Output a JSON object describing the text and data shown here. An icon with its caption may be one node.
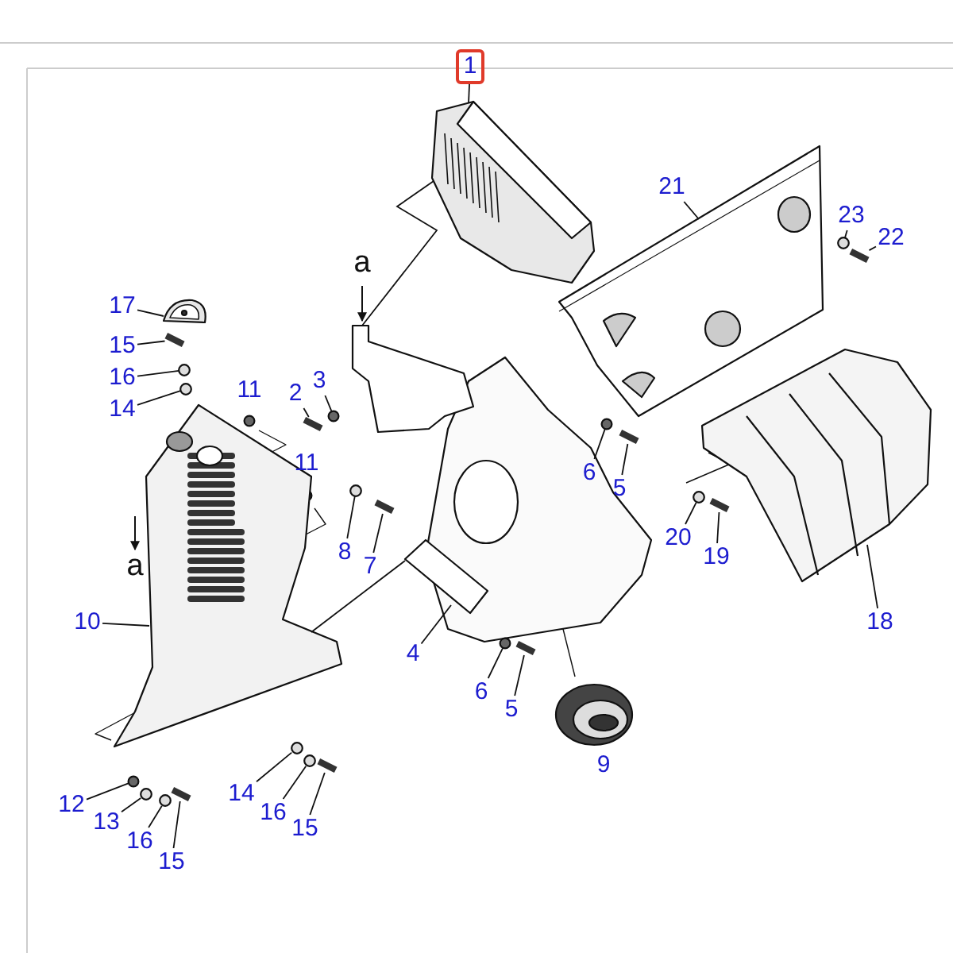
{
  "diagram": {
    "nodes": [
      {
        "text": [
          "1"
        ]
      },
      {
        "text": [
          "21"
        ]
      },
      {
        "text": [
          "23"
        ]
      },
      {
        "text": [
          "22"
        ]
      },
      {
        "text": [
          "17"
        ]
      },
      {
        "text": [
          "15"
        ]
      },
      {
        "text": [
          "16"
        ]
      },
      {
        "text": [
          "14"
        ]
      },
      {
        "text": [
          "2"
        ]
      },
      {
        "text": [
          "3"
        ]
      },
      {
        "text": [
          "8"
        ]
      },
      {
        "text": [
          "7"
        ]
      },
      {
        "text": [
          "6"
        ]
      },
      {
        "text": [
          "5"
        ]
      },
      {
        "text": [
          "20"
        ]
      },
      {
        "text": [
          "19"
        ]
      },
      {
        "text": [
          "18"
        ]
      },
      {
        "text": [
          "10"
        ]
      },
      {
        "text": [
          "4"
        ]
      },
      {
        "text": [
          "6"
        ]
      },
      {
        "text": [
          "5"
        ]
      },
      {
        "text": [
          "12"
        ]
      },
      {
        "text": [
          "13"
        ]
      },
      {
        "text": [
          "16"
        ]
      },
      {
        "text": [
          "15"
        ]
      },
      {
        "text": [
          "14"
        ]
      },
      {
        "text": [
          "16"
        ]
      },
      {
        "text": [
          "15"
        ]
      },
      {
        "text": [],
        "shape": "picture"
      },
      {
        "text": [],
        "shape": "picture"
      },
      {
        "text": [],
        "shape": "circle"
      },
      {
        "text": [],
        "shape": "bar"
      },
      {
        "text": [],
        "shape": "picture"
      },
      {
        "text": [],
        "shape": "bar"
      },
      {
        "text": [],
        "shape": "circle"
      },
      {
        "text": [],
        "shape": "circle"
      },
      {
        "text": [],
        "shape": "bar"
      },
      {
        "text": [],
        "shape": "circle"
      },
      {
        "text": [],
        "shape": "circle"
      },
      {
        "text": [],
        "shape": "bar"
      },
      {
        "text": [],
        "shape": "circle"
      },
      {
        "text": [],
        "shape": "bar"
      },
      {
        "text": [],
        "shape": "circle"
      },
      {
        "text": [],
        "shape": "bar"
      },
      {
        "text": [],
        "shape": "picture"
      },
      {
        "text": [],
        "shape": "picture"
      },
      {
        "text": [],
        "shape": "picture"
      },
      {
        "text": [],
        "shape": "circle"
      },
      {
        "text": [],
        "shape": "bar"
      },
      {
        "text": [],
        "shape": "circle"
      },
      {
        "text": [],
        "shape": "circle"
      },
      {
        "text": [],
        "shape": "circle"
      },
      {
        "text": [],
        "shape": "bar"
      },
      {
        "text": [],
        "shape": "circle"
      },
      {
        "text": [],
        "shape": "circle"
      },
      {
        "text": [],
        "shape": "bar"
      },
      {
        "text": [],
        "shape": "picture"
      }
    ],
    "edges": [
      {
        "from": 0,
        "to": 28,
        "arrow": "none"
      },
      {
        "from": 1,
        "to": 29,
        "arrow": "none"
      },
      {
        "from": 2,
        "to": 30,
        "arrow": "none"
      },
      {
        "from": 3,
        "to": 31,
        "arrow": "none"
      },
      {
        "from": 4,
        "to": 32,
        "arrow": "none"
      },
      {
        "from": 5,
        "to": 33,
        "arrow": "none"
      },
      {
        "from": 6,
        "to": 34,
        "arrow": "none"
      },
      {
        "from": 7,
        "to": 35,
        "arrow": "none"
      },
      {
        "from": 8,
        "to": 36,
        "arrow": "none"
      },
      {
        "from": 9,
        "to": 37,
        "arrow": "none"
      },
      {
        "from": 10,
        "to": 38,
        "arrow": "none"
      },
      {
        "from": 11,
        "to": 39,
        "arrow": "none"
      },
      {
        "from": 12,
        "to": 40,
        "arrow": "none"
      },
      {
        "from": 13,
        "to": 41,
        "arrow": "none"
      },
      {
        "from": 14,
        "to": 42,
        "arrow": "none"
      },
      {
        "from": 15,
        "to": 43,
        "arrow": "none"
      },
      {
        "from": 16,
        "to": 44,
        "arrow": "none"
      },
      {
        "from": 17,
        "to": 45,
        "arrow": "none"
      },
      {
        "from": 18,
        "to": 46,
        "arrow": "none"
      },
      {
        "from": 19,
        "to": 47,
        "arrow": "none"
      },
      {
        "from": 20,
        "to": 48,
        "arrow": "none"
      },
      {
        "from": 21,
        "to": 49,
        "arrow": "none"
      },
      {
        "from": 22,
        "to": 50,
        "arrow": "none"
      },
      {
        "from": 23,
        "to": 51,
        "arrow": "none"
      },
      {
        "from": 24,
        "to": 52,
        "arrow": "none"
      },
      {
        "from": 25,
        "to": 53,
        "arrow": "none"
      },
      {
        "from": 26,
        "to": 54,
        "arrow": "none"
      },
      {
        "from": 27,
        "to": 55,
        "arrow": "none"
      },
      {
        "from": 28,
        "to": 56,
        "arrow": "none"
      },
      {
        "from": 45,
        "to": 46,
        "arrow": "none"
      }
    ],
    "labels": [
      "a",
      "11",
      "11",
      "a",
      "9"
    ]
  }
}
